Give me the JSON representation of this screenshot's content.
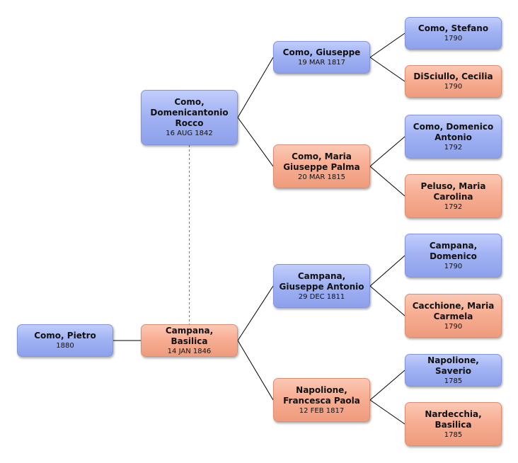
{
  "people": {
    "pietro": {
      "name": "Como, Pietro",
      "date": "1880",
      "gender": "male"
    },
    "basilica": {
      "name": "Campana, Basilica",
      "date": "14 JAN 1846",
      "gender": "female"
    },
    "domenicantonio": {
      "name": "Como, Domenicantonio Rocco",
      "date": "16 AUG 1842",
      "gender": "male"
    },
    "giuseppe": {
      "name": "Como, Giuseppe",
      "date": "19 MAR 1817",
      "gender": "male"
    },
    "maria_giuseppe": {
      "name": "Como, Maria Giuseppe Palma",
      "date": "20 MAR 1815",
      "gender": "female"
    },
    "giuseppe_antonio": {
      "name": "Campana, Giuseppe Antonio",
      "date": "29 DEC 1811",
      "gender": "male"
    },
    "francesca": {
      "name": "Napolione, Francesca Paola",
      "date": "12 FEB 1817",
      "gender": "female"
    },
    "stefano": {
      "name": "Como, Stefano",
      "date": "1790",
      "gender": "male"
    },
    "cecilia": {
      "name": "DiSciullo, Cecilia",
      "date": "1790",
      "gender": "female"
    },
    "domenico_antonio": {
      "name": "Como, Domenico Antonio",
      "date": "1792",
      "gender": "male"
    },
    "maria_carolina": {
      "name": "Peluso, Maria Carolina",
      "date": "1792",
      "gender": "female"
    },
    "domenico": {
      "name": "Campana, Domenico",
      "date": "1790",
      "gender": "male"
    },
    "maria_carmela": {
      "name": "Cacchione, Maria Carmela",
      "date": "1790",
      "gender": "female"
    },
    "saverio": {
      "name": "Napolione, Saverio",
      "date": "1785",
      "gender": "male"
    },
    "basilica_nardecchia": {
      "name": "Nardecchia, Basilica",
      "date": "1785",
      "gender": "female"
    }
  },
  "colors": {
    "male": "#a2b3f4",
    "female": "#f7ae93",
    "connector": "#000000",
    "spouse_link": "#777777"
  }
}
